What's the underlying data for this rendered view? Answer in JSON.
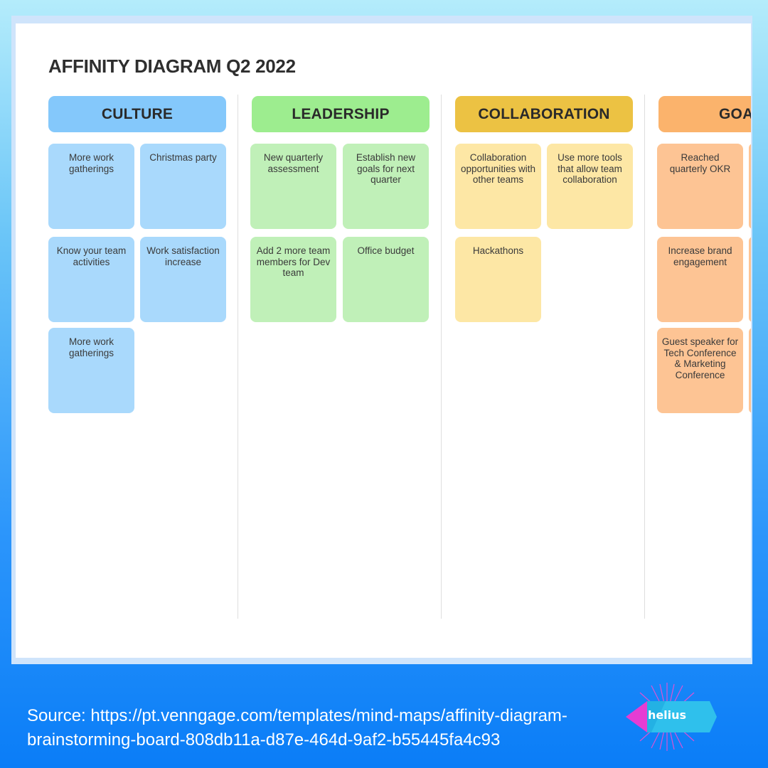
{
  "title": "AFFINITY DIAGRAM Q2 2022",
  "columns": [
    {
      "header": "CULTURE",
      "notes": [
        "More work gatherings",
        "Christmas party",
        "Know your team activities",
        "Work satisfaction increase",
        "More work gatherings"
      ]
    },
    {
      "header": "LEADERSHIP",
      "notes": [
        "New quarterly assessment",
        "Establish new goals for next quarter",
        "Add 2 more team members for Dev team",
        "Office budget"
      ]
    },
    {
      "header": "COLLABORATION",
      "notes": [
        "Collaboration opportunities with other teams",
        "Use more tools that allow team collaboration",
        "Hackathons"
      ]
    },
    {
      "header": "GOA",
      "notes": [
        "Reached quarterly OKR",
        "Increase brand engagement",
        "Guest speaker for Tech Conference & Marketing Conference"
      ]
    }
  ],
  "source": {
    "line1": "Source: https://pt.venngage.com/templates/mind-maps/affinity-diagram-",
    "line2": "brainstorming-board-808db11a-d87e-464d-9af2-b55445fa4c93"
  },
  "logo": {
    "text": "helius"
  },
  "colors": {
    "culture": "#a9d9fc",
    "leadership": "#c0f0b8",
    "collaboration": "#fde7a5",
    "goals": "#fdc494"
  }
}
